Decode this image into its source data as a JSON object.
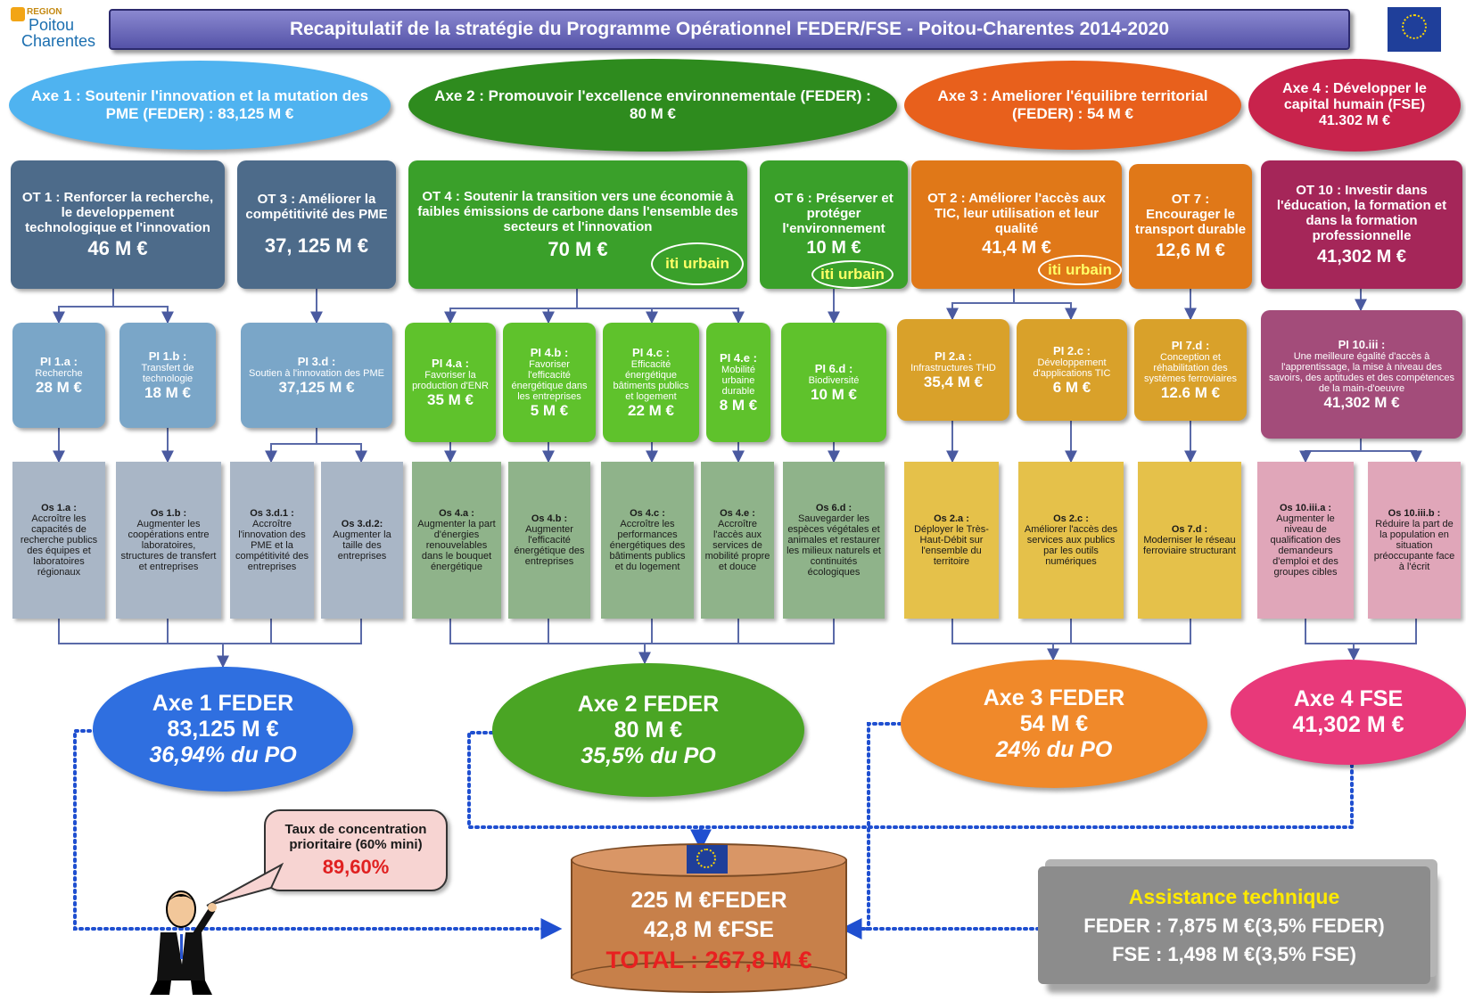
{
  "logo": {
    "line1": "REGION",
    "line2": "Poitou",
    "line3": "Charentes"
  },
  "title": "Recapitulatif de la stratégie du Programme Opérationnel FEDER/FSE - Poitou-Charentes 2014-2020",
  "axes_top": [
    {
      "label": "Axe 1 : Soutenir l'innovation et la mutation des PME (FEDER) : 83,125 M €"
    },
    {
      "label": "Axe 2 : Promouvoir l'excellence environnementale (FEDER) : 80 M €"
    },
    {
      "label": "Axe 3 : Ameliorer l'équilibre territorial (FEDER) : 54 M €"
    },
    {
      "label": "Axe 4 : Développer le capital humain (FSE) 41.302 M €"
    }
  ],
  "ot": [
    {
      "label": "OT 1 : Renforcer la recherche, le developpement technologique et l'innovation",
      "amount": "46 M €"
    },
    {
      "label": "OT 3 : Améliorer la compétitivité des PME",
      "amount": "37, 125 M €"
    },
    {
      "label": "OT 4 : Soutenir la transition vers une économie à faibles émissions de carbone dans l'ensemble des secteurs et l'innovation",
      "amount": "70 M €"
    },
    {
      "label": "OT 6 : Préserver et protéger l'environnement",
      "amount": "10 M €"
    },
    {
      "label": "OT 2 : Améliorer l'accès aux TIC, leur utilisation et leur qualité",
      "amount": "41,4 M €"
    },
    {
      "label": "OT 7 : Encourager le transport durable",
      "amount": "12,6 M €"
    },
    {
      "label": "OT 10 : Investir dans l'éducation, la formation et dans la formation professionnelle",
      "amount": "41,302 M €"
    }
  ],
  "iti_label": "iti urbain",
  "pi": [
    {
      "code": "PI 1.a :",
      "desc": "Recherche",
      "amount": "28 M €"
    },
    {
      "code": "PI 1.b :",
      "desc": "Transfert de technologie",
      "amount": "18 M €"
    },
    {
      "code": "PI 3.d :",
      "desc": "Soutien à l'innovation des PME",
      "amount": "37,125 M €"
    },
    {
      "code": "PI 4.a :",
      "desc": "Favoriser la production d'ENR",
      "amount": "35 M €"
    },
    {
      "code": "PI 4.b :",
      "desc": "Favoriser l'efficacité énergétique dans les entreprises",
      "amount": "5 M €"
    },
    {
      "code": "PI 4.c :",
      "desc": "Efficacité énergétique bâtiments publics et logement",
      "amount": "22 M €"
    },
    {
      "code": "PI 4.e :",
      "desc": "Mobilité urbaine durable",
      "amount": "8 M €"
    },
    {
      "code": "PI 6.d :",
      "desc": "Biodiversité",
      "amount": "10 M €"
    },
    {
      "code": "PI 2.a :",
      "desc": "Infrastructures THD",
      "amount": "35,4 M €"
    },
    {
      "code": "PI 2.c :",
      "desc": "Développement d'applications TIC",
      "amount": "6 M €"
    },
    {
      "code": "PI 7.d :",
      "desc": "Conception et réhabilitation des systèmes ferroviaires",
      "amount": "12.6 M €"
    },
    {
      "code": "PI 10.iii :",
      "desc": "Une meilleure égalité d'accès à l'apprentissage, la mise à niveau des savoirs, des aptitudes et des compétences de la main-d'oeuvre",
      "amount": "41,302 M €"
    }
  ],
  "os": [
    {
      "code": "Os 1.a :",
      "desc": "Accroître les capacités de recherche publics des équipes et laboratoires régionaux"
    },
    {
      "code": "Os 1.b :",
      "desc": "Augmenter les coopérations entre laboratoires, structures de transfert et entreprises"
    },
    {
      "code": "Os 3.d.1 :",
      "desc": "Accroître l'innovation des PME et la compétitivité des entreprises"
    },
    {
      "code": "Os 3.d.2:",
      "desc": "Augmenter la taille des entreprises"
    },
    {
      "code": "Os 4.a :",
      "desc": "Augmenter la part d'énergies renouvelables dans le bouquet énergétique"
    },
    {
      "code": "Os 4.b :",
      "desc": "Augmenter l'efficacité énergétique des entreprises"
    },
    {
      "code": "Os 4.c :",
      "desc": "Accroître les performances énergétiques des bâtiments publics et du logement"
    },
    {
      "code": "Os 4.e :",
      "desc": "Accroître l'accès aux services de mobilité propre et douce"
    },
    {
      "code": "Os 6.d :",
      "desc": "Sauvegarder les espèces végétales et animales et restaurer les milieux naturels et continuités écologiques"
    },
    {
      "code": "Os 2.a :",
      "desc": "Déployer le Très-Haut-Débit sur l'ensemble du territoire"
    },
    {
      "code": "Os 2.c :",
      "desc": "Améliorer l'accès des services aux publics par les outils numériques"
    },
    {
      "code": "Os 7.d :",
      "desc": "Moderniser le réseau ferroviaire structurant"
    },
    {
      "code": "Os 10.iii.a :",
      "desc": "Augmenter le niveau de qualification des demandeurs d'emploi et des groupes cibles"
    },
    {
      "code": "Os 10.iii.b :",
      "desc": "Réduire la part de la population en situation préoccupante face à l'écrit"
    }
  ],
  "axes_bottom": [
    {
      "title": "Axe 1 FEDER",
      "amount": "83,125 M €",
      "share": "36,94% du PO"
    },
    {
      "title": "Axe 2 FEDER",
      "amount": "80 M €",
      "share": "35,5% du PO"
    },
    {
      "title": "Axe 3 FEDER",
      "amount": "54 M €",
      "share": "24% du PO"
    },
    {
      "title": "Axe 4 FSE",
      "amount": "41,302 M €",
      "share": ""
    }
  ],
  "callout": {
    "label": "Taux de concentration prioritaire (60% mini)",
    "value": "89,60%"
  },
  "total": {
    "feder": "225 M €FEDER",
    "fse": "42,8 M €FSE",
    "total": "TOTAL : 267,8 M €"
  },
  "assistance": {
    "title": "Assistance technique",
    "feder": "FEDER : 7,875 M €(3,5% FEDER)",
    "fse": "FSE : 1,498 M €(3,5% FSE)"
  },
  "colors": {
    "axe1": "#4fb3f0",
    "axe2": "#2e8b1e",
    "axe3": "#e8601c",
    "axe4": "#c8234c",
    "ot1": "#4d6b8a",
    "ot2": "#e07818",
    "ot4": "#3aa02a",
    "ot10": "#a52659",
    "pi1": "#7aa6c8",
    "pi4": "#5fc22c",
    "pi2": "#d9a12a",
    "pi10": "#a34c7a",
    "os1": "#a9b6c6",
    "os4": "#8fb38a",
    "os2": "#e5c14a",
    "os10": "#e0a6b9",
    "eu_blue": "#1f3f9a",
    "eu_star": "#ffd700"
  }
}
